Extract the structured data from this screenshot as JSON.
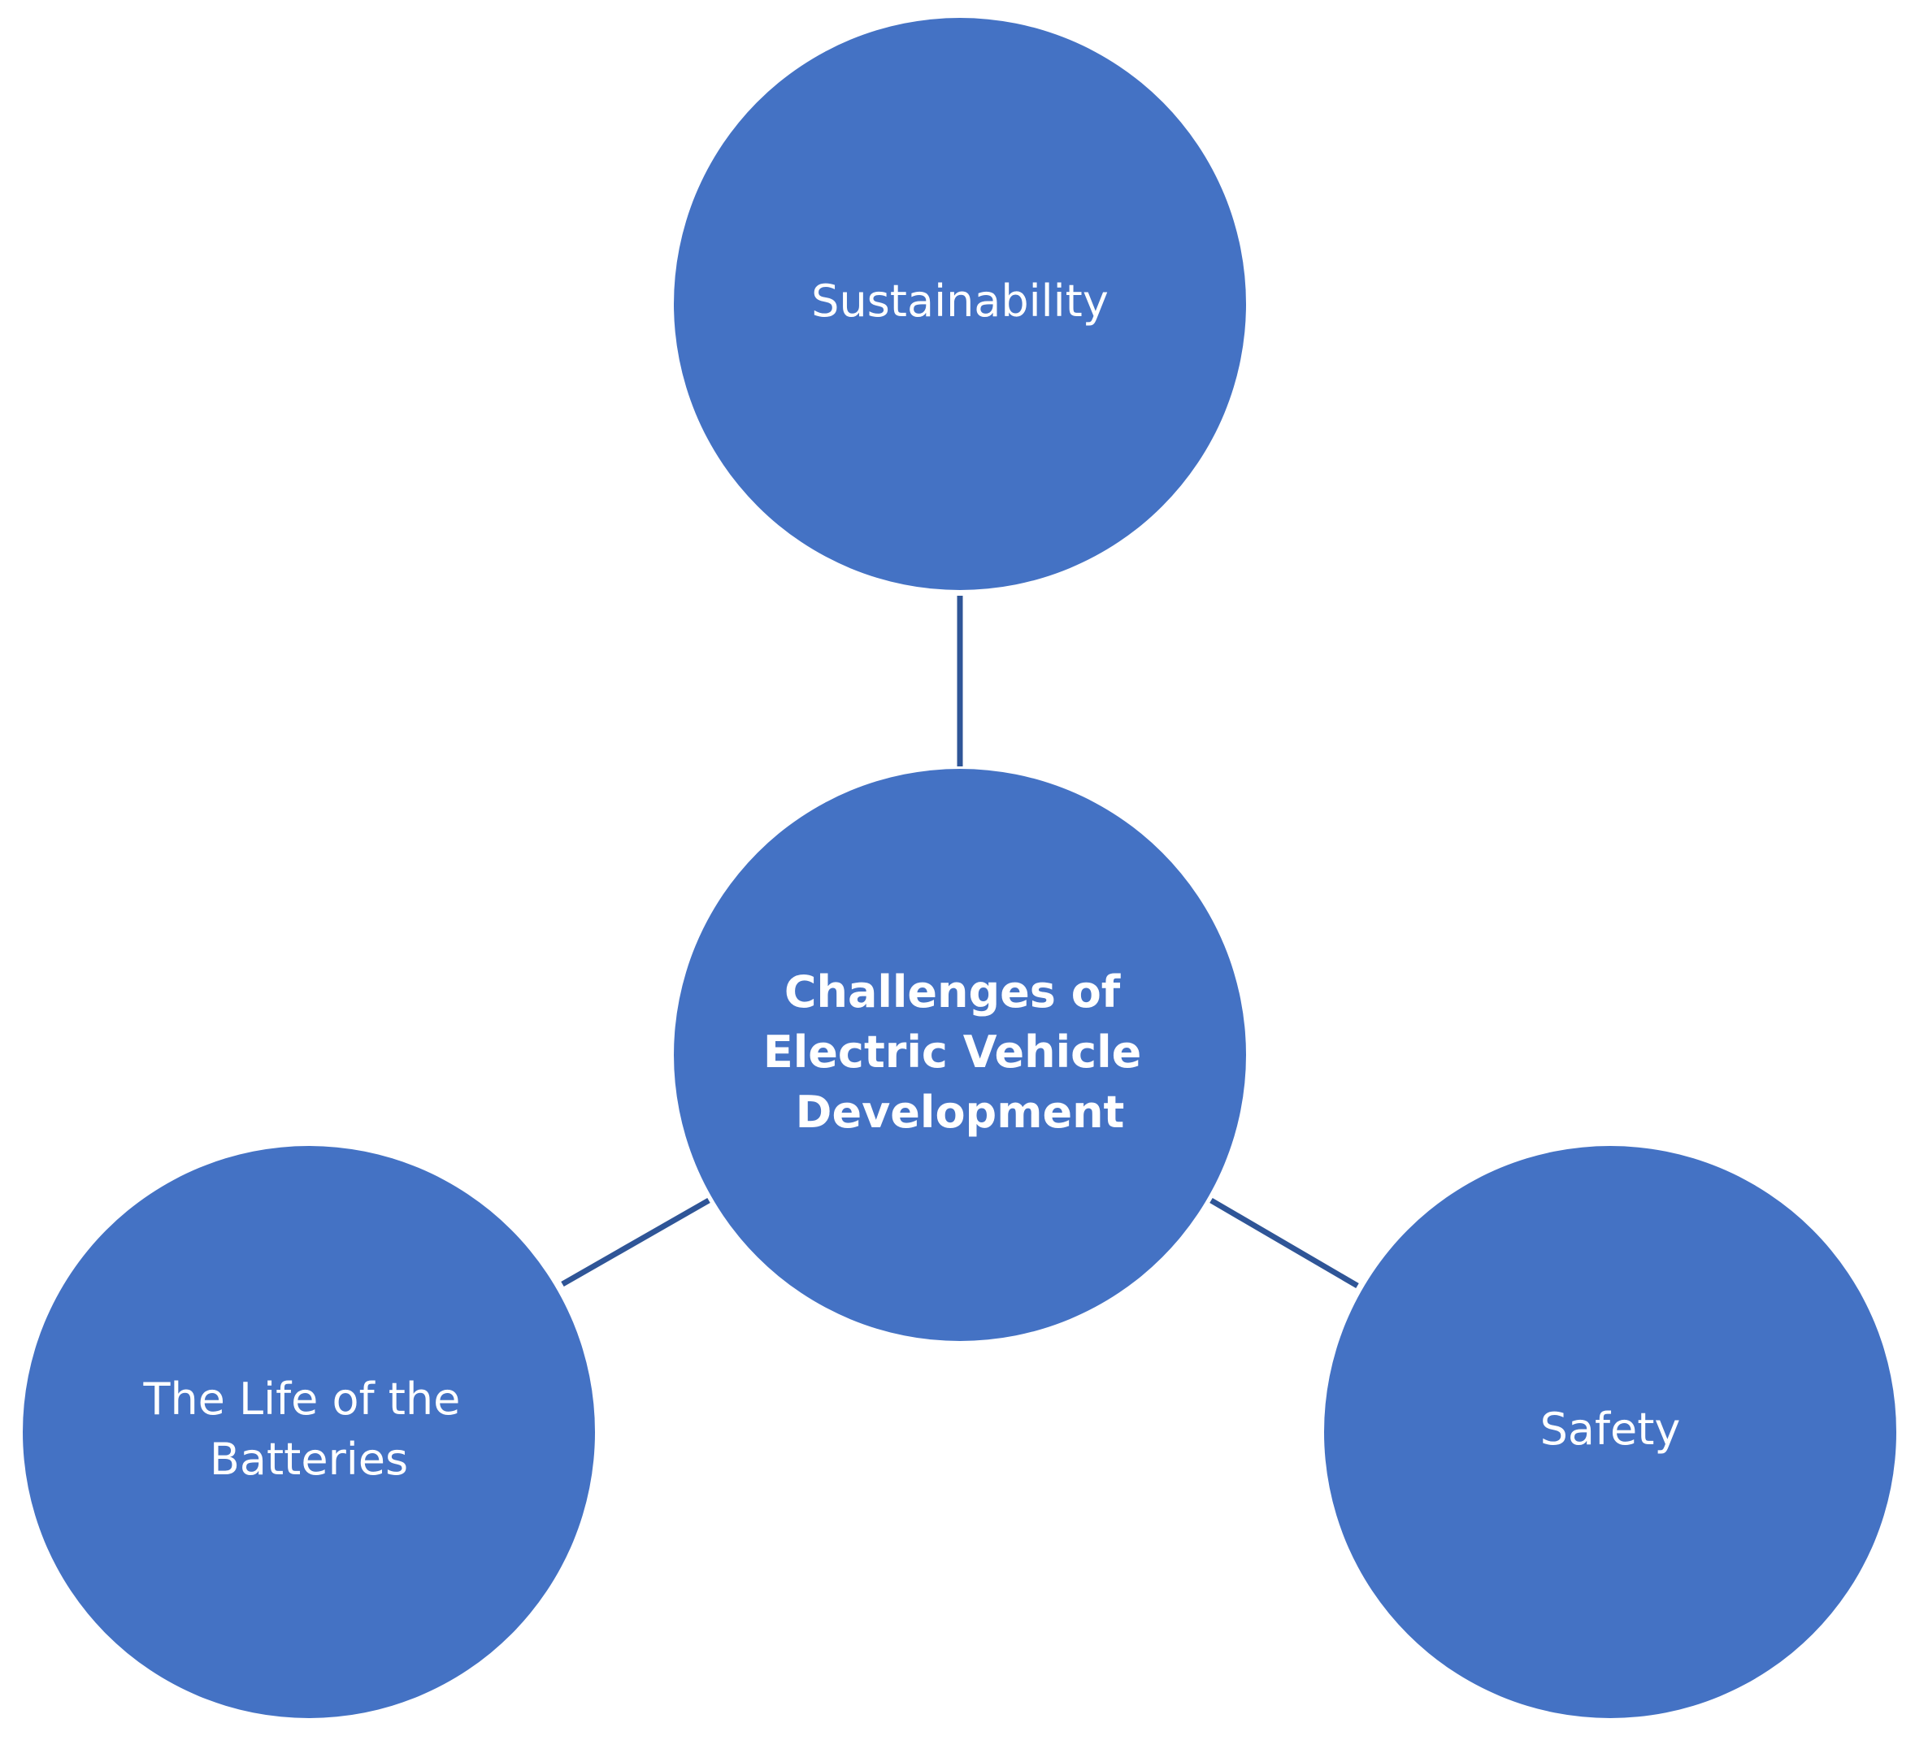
{
  "diagram": {
    "center": {
      "lines": [
        "Challenges of",
        "Electric Vehicle",
        "Development"
      ]
    },
    "top": {
      "lines": [
        "Sustainability"
      ]
    },
    "left": {
      "lines": [
        "The Life of the",
        "Batteries"
      ]
    },
    "right": {
      "lines": [
        "Safety"
      ]
    }
  },
  "colors": {
    "node_fill": "#4472C4",
    "connector": "#2F5597",
    "label": "#FFFFFF"
  }
}
